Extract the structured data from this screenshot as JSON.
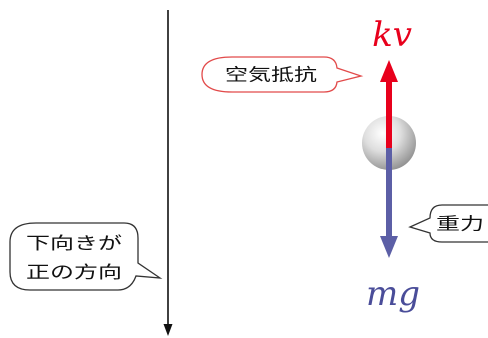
{
  "colors": {
    "axis": "#111111",
    "drag_arrow": "#e8001c",
    "gravity_arrow": "#5c5fa6",
    "drag_label": "#e8001c",
    "gravity_label": "#4a4d99",
    "bubble_red_outline": "#e24a4a",
    "bubble_dark_outline": "#333333",
    "ball_light": "#ffffff",
    "ball_dark": "#8a8a8a"
  },
  "labels": {
    "drag_force": "kv",
    "gravity_force": "mg",
    "air_resistance": "空気抵抗",
    "gravity": "重力",
    "direction_line1": "下向きが",
    "direction_line2": "正の方向"
  }
}
